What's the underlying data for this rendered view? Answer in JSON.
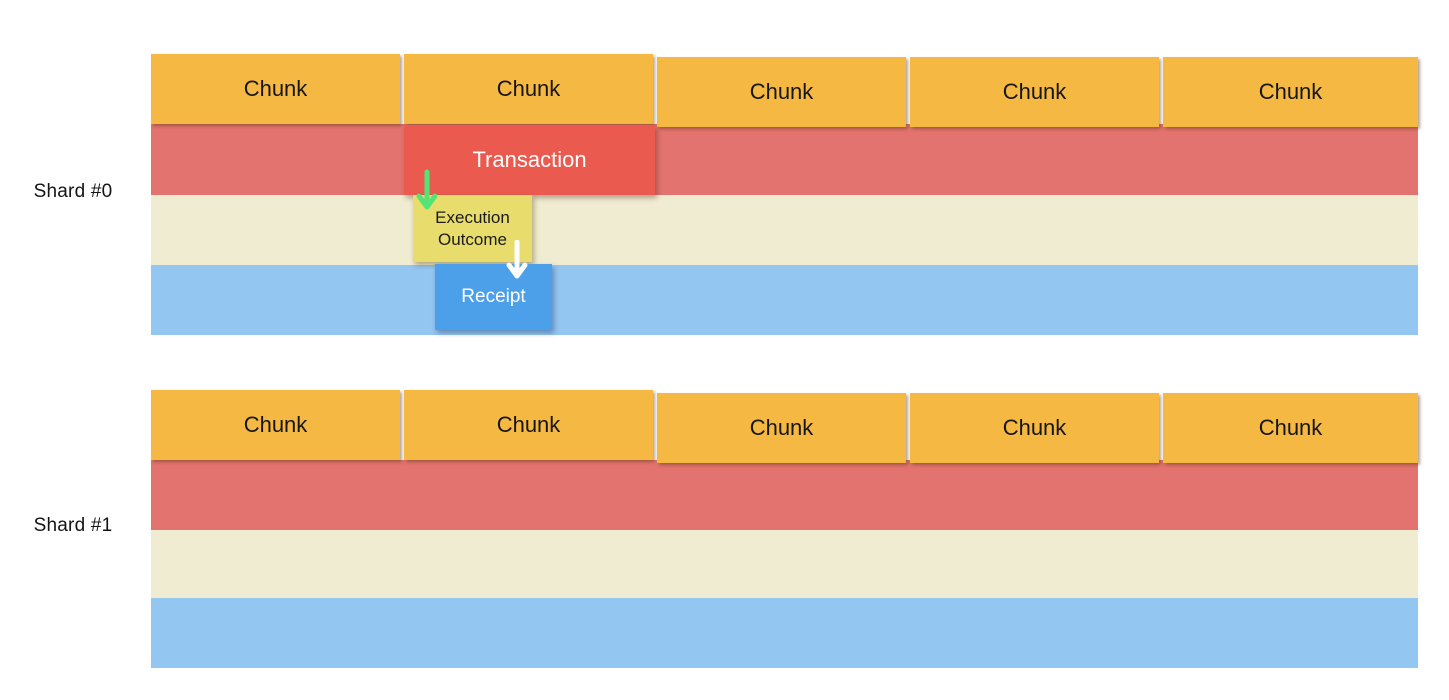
{
  "colors": {
    "chunk_orange": "#F5B843",
    "band_red": "#E2736E",
    "band_cream": "#F0ECD2",
    "band_blue": "#94C6F2",
    "transaction_red": "#EB5A4F",
    "execution_outcome_yellow": "#E8DD6C",
    "receipt_blue": "#4C9FE9",
    "green_arrow": "#54E377",
    "white_arrow": "#FFFFFF"
  },
  "shards": [
    {
      "label": "Shard #0",
      "chunks": [
        "Chunk",
        "Chunk",
        "Chunk",
        "Chunk",
        "Chunk"
      ]
    },
    {
      "label": "Shard #1",
      "chunks": [
        "Chunk",
        "Chunk",
        "Chunk",
        "Chunk",
        "Chunk"
      ]
    }
  ],
  "flow": {
    "transaction_label": "Transaction",
    "execution_outcome_line1": "Execution",
    "execution_outcome_line2": "Outcome",
    "receipt_label": "Receipt"
  }
}
